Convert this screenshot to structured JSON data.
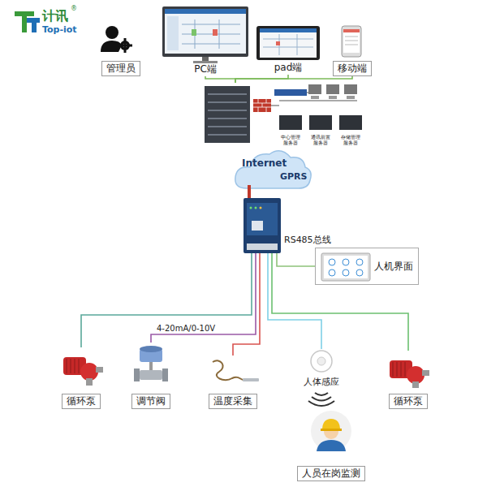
{
  "diagram": {
    "nodes": [
      {
        "text": [
          "管理员"
        ]
      },
      {
        "text": [
          "PC端"
        ]
      },
      {
        "text": [
          "pad端"
        ]
      },
      {
        "text": [
          "移动端"
        ]
      },
      {
        "text": [
          "中心管理服务器",
          "通讯前置服务器",
          "存储管理服务器"
        ]
      },
      {
        "text": [
          "Internet",
          "GPRS"
        ]
      },
      {
        "text": [
          "RS485总线"
        ]
      },
      {
        "text": [
          "人机界面"
        ]
      },
      {
        "text": [
          "循环泵"
        ]
      },
      {
        "text": [
          "调节阀"
        ]
      },
      {
        "text": [
          "温度采集"
        ]
      },
      {
        "text": [
          "人体感应"
        ]
      },
      {
        "text": [
          "人员在岗监测"
        ]
      },
      {
        "text": [
          "循环泵"
        ]
      }
    ],
    "edges": [
      {
        "from": 1,
        "to": 4,
        "arrow": "none"
      },
      {
        "from": 2,
        "to": 4,
        "arrow": "none"
      },
      {
        "from": 3,
        "to": 4,
        "arrow": "none"
      },
      {
        "from": 6,
        "to": 7,
        "arrow": "none"
      },
      {
        "from": 6,
        "to": 8,
        "arrow": "none"
      },
      {
        "from": 6,
        "to": 9,
        "arrow": "none",
        "label": "4-20mA/0-10V"
      },
      {
        "from": 6,
        "to": 10,
        "arrow": "none"
      },
      {
        "from": 6,
        "to": 11,
        "arrow": "none"
      },
      {
        "from": 6,
        "to": 13,
        "arrow": "none"
      }
    ],
    "labels": [
      "计讯",
      "®",
      "Top-iot"
    ]
  }
}
